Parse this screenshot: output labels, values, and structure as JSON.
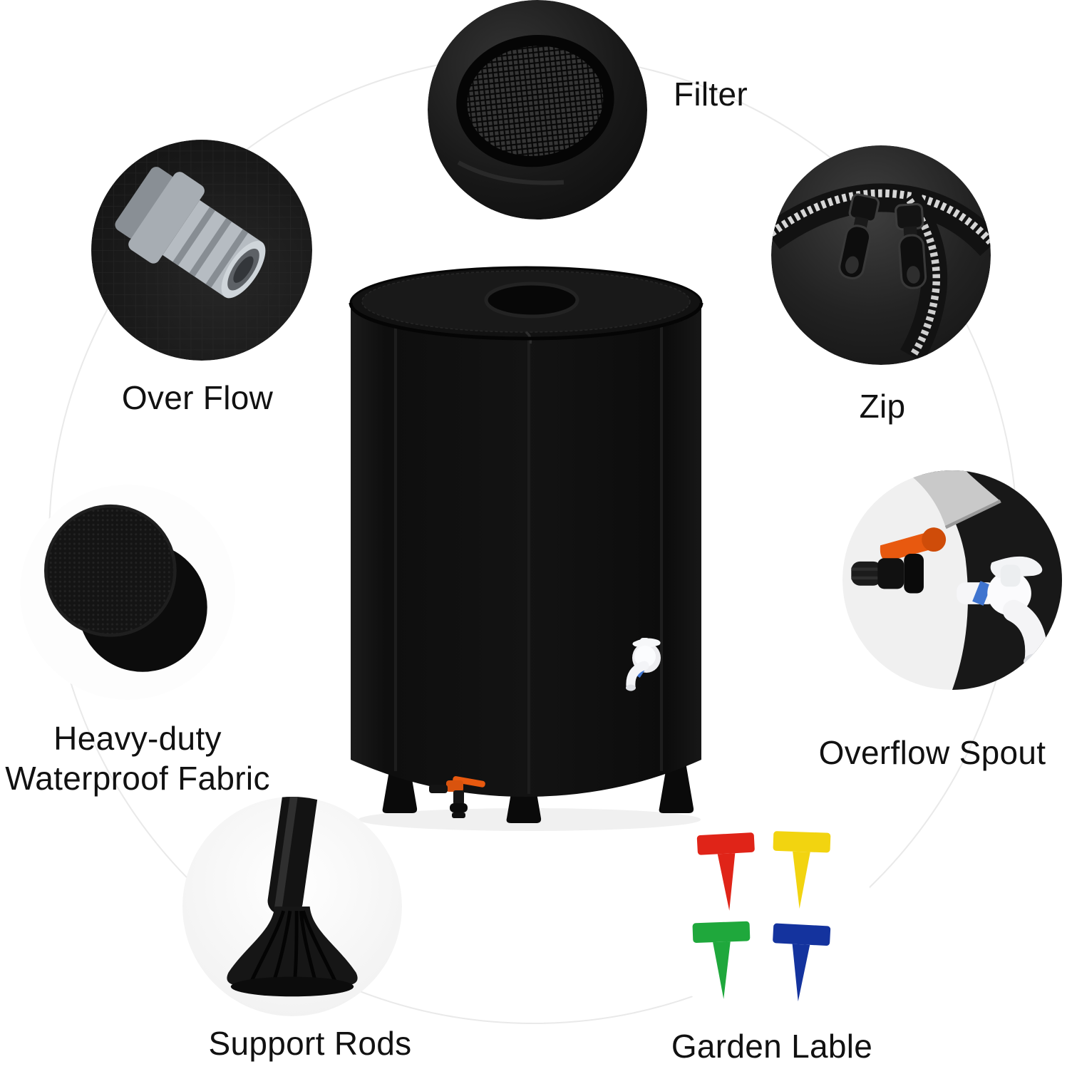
{
  "features": {
    "filter": {
      "label": "Filter"
    },
    "over_flow": {
      "label": "Over Flow"
    },
    "zip": {
      "label": "Zip"
    },
    "fabric": {
      "label_line1": "Heavy-duty",
      "label_line2": "Waterproof Fabric"
    },
    "overflow_spout": {
      "label": "Overflow Spout"
    },
    "support_rods": {
      "label": "Support Rods"
    },
    "garden_label": {
      "label": "Garden Lable"
    }
  },
  "colors": {
    "barrel_black": "#0d0d0d",
    "accent_orange": "#e8590f",
    "faucet_white": "#fafafa",
    "label_text": "#111111",
    "guide_ring": "#e9e9e9",
    "marker_red": "#e02418",
    "marker_yellow": "#f2d410",
    "marker_green": "#1fa83c",
    "marker_blue": "#14339e"
  }
}
